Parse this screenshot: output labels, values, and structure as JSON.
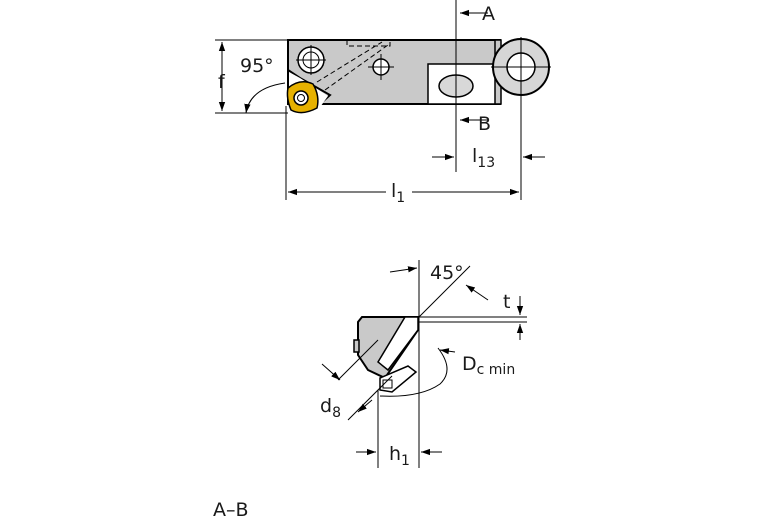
{
  "top_view": {
    "angle": "95°",
    "dim_f": "f",
    "section_a": "A",
    "section_b": "B",
    "dim_l13": "l",
    "dim_l13_sub": "13",
    "dim_l1": "l",
    "dim_l1_sub": "1"
  },
  "section_view": {
    "angle": "45°",
    "dim_t": "t",
    "dim_dc": "D",
    "dim_dc_sub": "c min",
    "dim_d8": "d",
    "dim_d8_sub": "8",
    "dim_h1": "h",
    "dim_h1_sub": "1"
  },
  "caption": "A–B",
  "colors": {
    "body_fill": "#c9c9c9",
    "insert": "#e6b100",
    "line": "#000000"
  }
}
